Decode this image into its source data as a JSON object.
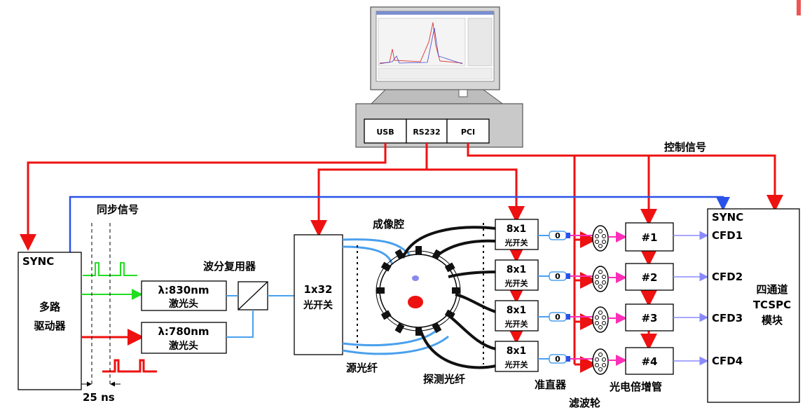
{
  "computer": {
    "ports": [
      "USB",
      "RS232",
      "PCI"
    ]
  },
  "labels": {
    "control_signal": "控制信号",
    "sync_signal": "同步信号",
    "wdm": "波分复用器",
    "imaging_chamber": "成像腔",
    "source_fiber": "源光纤",
    "detect_fiber": "探测光纤",
    "collimator": "准直器",
    "filter_wheel": "滤波轮",
    "pmt": "光电倍增管",
    "time_gap": "25 ns"
  },
  "driver": {
    "sync": "SYNC",
    "name_line1": "多路",
    "name_line2": "驱动器"
  },
  "lasers": [
    {
      "wavelength": "λ:830nm",
      "name": "激光头"
    },
    {
      "wavelength": "λ:780nm",
      "name": "激光头"
    }
  ],
  "optical_switch_main": {
    "line1": "1x32",
    "line2": "光开关"
  },
  "switches_8x1": [
    {
      "line1": "8x1",
      "line2": "光开关"
    },
    {
      "line1": "8x1",
      "line2": "光开关"
    },
    {
      "line1": "8x1",
      "line2": "光开关"
    },
    {
      "line1": "8x1",
      "line2": "光开关"
    }
  ],
  "pmt_boxes": [
    "#1",
    "#2",
    "#3",
    "#4"
  ],
  "tcspc": {
    "sync": "SYNC",
    "cfd": [
      "CFD1",
      "CFD2",
      "CFD3",
      "CFD4"
    ],
    "name_line1": "四通道",
    "name_line2": "TCSPC",
    "name_line3": "模块"
  },
  "colors": {
    "control": "#ee1111",
    "sync": "#2a52e8",
    "fiber_light": "#4aa0ee",
    "pmt_output": "#8a8aff",
    "filter_light": "#ff2eb8",
    "pulse_830": "#22dd22",
    "pulse_780": "#ee1111"
  }
}
